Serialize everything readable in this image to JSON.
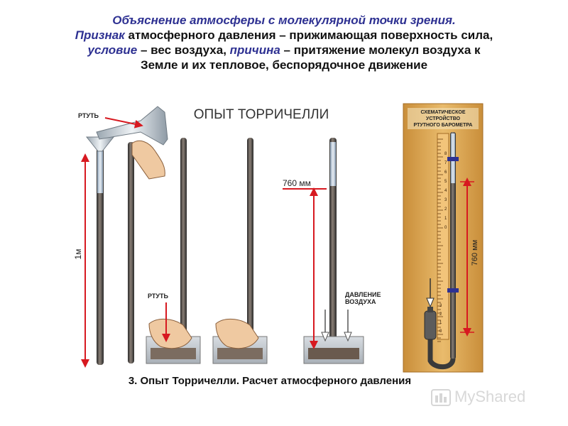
{
  "header": {
    "title": "Объяснение атмосферы с молекулярной точки зрения.",
    "l2_a": "Признак",
    "l2_b": " атмосферного давления – прижимающая поверхность сила,",
    "l3_a": "условие",
    "l3_b": " – вес воздуха, ",
    "l3_c": "причина",
    "l3_d": " – притяжение молекул воздуха к",
    "l4": "Земле и их тепловое, беспорядочное движение"
  },
  "diagram": {
    "main_title": "ОПЫТ ТОРРИЧЕЛЛИ",
    "mercury_top": "РТУТЬ",
    "height_1m": "1м",
    "mercury_bottom": "РТУТЬ",
    "height_760_left": "760 мм",
    "air_pressure_1": "ДАВЛЕНИЕ",
    "air_pressure_2": "ВОЗДУХА",
    "barometer_1": "СХЕМАТИЧЕСКОЕ",
    "barometer_2": "УСТРОЙСТВО",
    "barometer_3": "РТУТНОГО БАРОМЕТРА",
    "height_760_right": "760 мм",
    "scale_top": [
      "8",
      "7",
      "6",
      "5",
      "4",
      "3",
      "2",
      "1",
      "0"
    ],
    "scale_bottom": [
      "3",
      "2",
      "1",
      "0"
    ]
  },
  "caption": "3. Опыт Торричелли. Расчет атмосферного давления",
  "watermark": "MyShared",
  "colors": {
    "accent": "#2e3192",
    "arrow": "#d71920",
    "wood": "#e0b060"
  }
}
